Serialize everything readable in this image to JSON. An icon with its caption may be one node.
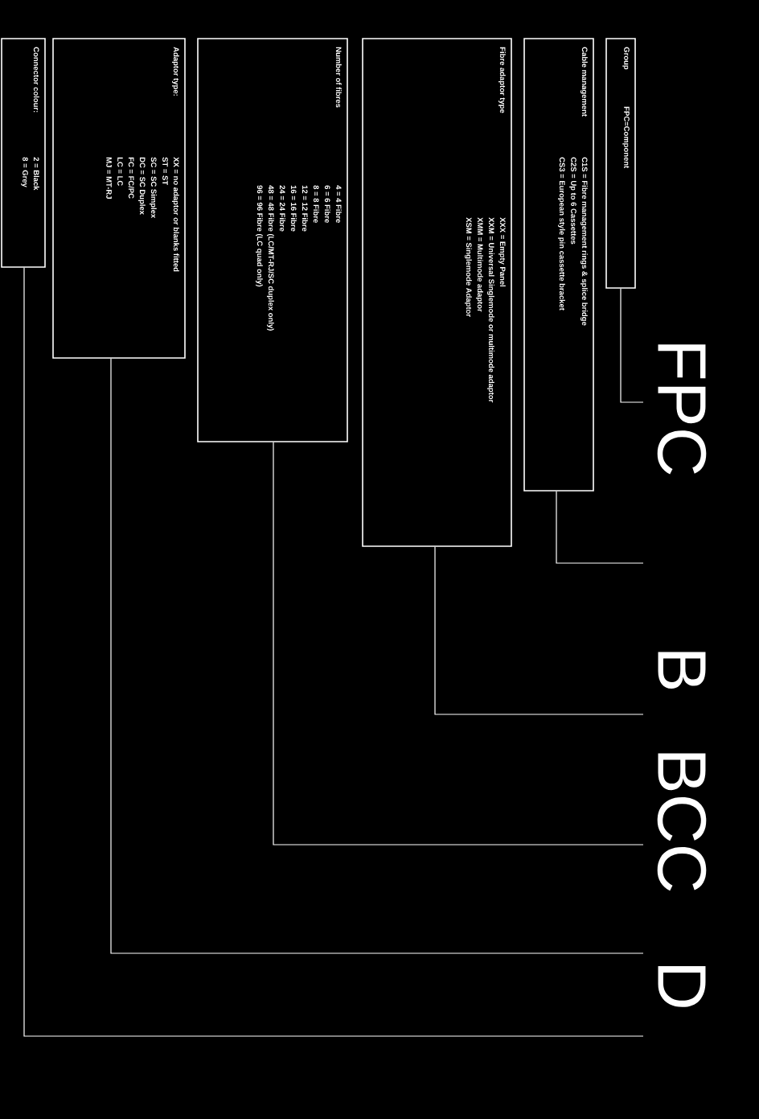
{
  "diagram": {
    "nodes": [
      {
        "text": [
          "Group",
          "FPC=Component"
        ]
      },
      {
        "text": [
          "Cable management",
          "C1S = Fibre management rings & splice bridge",
          "C2S = Up to 6 Cassettes",
          "CS3 = European style pin cassette bracket"
        ]
      },
      {
        "text": [
          "Fibre adaptor type",
          "XXX = Empty Panel",
          "XXM = Universal Singlemode or multimode adaptor",
          "XMM = Multimode adaptor",
          "XSM = Singlemode Adaptor"
        ]
      },
      {
        "text": [
          "Number of fibres",
          "4 = 4 Fibre",
          "6 = 6 Fibre",
          "8 = 8 Fibre",
          "12 = 12 Fibre",
          "16 = 16 Fibre",
          "24 = 24 Fibre",
          "48 = 48 Fibre (LC/MT-RJ/SC duplex only)",
          "96 = 96 Fibre (LC quad only)"
        ]
      },
      {
        "text": [
          "Adaptor type:",
          "XX = no adaptor or blanks fitted",
          "ST = ST",
          "SC = SC Simplex",
          "DC = SC Duplex",
          "FC = FC/PC",
          "LC = LC",
          "MJ = MT-RJ"
        ]
      },
      {
        "text": [
          "Connector colour:",
          "2 = Black",
          "8 = Grey"
        ]
      }
    ],
    "edges": [
      {
        "from": 0,
        "to": null,
        "arrow": "none"
      },
      {
        "from": 1,
        "to": null,
        "arrow": "none"
      },
      {
        "from": 2,
        "to": null,
        "arrow": "none"
      },
      {
        "from": 3,
        "to": null,
        "arrow": "none"
      },
      {
        "from": 4,
        "to": null,
        "arrow": "none"
      },
      {
        "from": 5,
        "to": null,
        "arrow": "none"
      }
    ],
    "labels": [
      "FPC",
      "B",
      "BCC",
      "D"
    ]
  }
}
